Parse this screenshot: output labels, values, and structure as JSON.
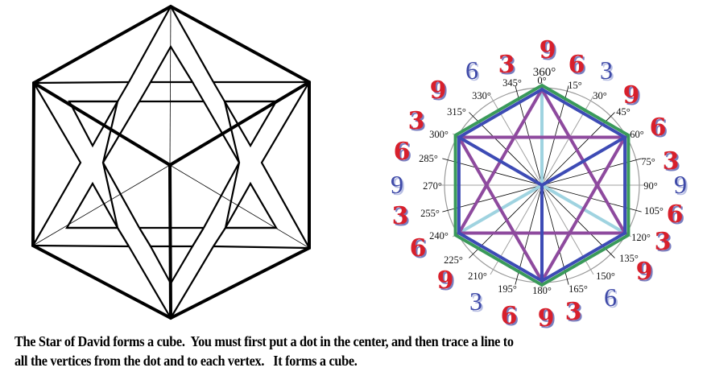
{
  "caption": {
    "line1": "The Star of David forms a cube.  You must first put a dot in the center, and then trace a line to",
    "line2": "all the vertices from the dot and to each vertex.   It forms a cube."
  },
  "left_figure": {
    "description": "Star of David inscribed in hexagon forming a cube",
    "line_color": "#000000"
  },
  "right_figure": {
    "degree_labels": {
      "top_extra": "360°",
      "d0": "0°",
      "d15": "15°",
      "d30": "30°",
      "d45": "45°",
      "d60": "60°",
      "d75": "75°",
      "d90": "90°",
      "d105": "105°",
      "d120": "120°",
      "d135": "135°",
      "d150": "150°",
      "d165": "165°",
      "d180": "180°",
      "d195": "195°",
      "d210": "210°",
      "d225": "225°",
      "d240": "240°",
      "d255": "255°",
      "d270": "270°",
      "d285": "285°",
      "d300": "300°",
      "d315": "315°",
      "d330": "330°",
      "d345": "345°"
    },
    "digits": [
      {
        "v": "9",
        "color": "red"
      },
      {
        "v": "6",
        "color": "red"
      },
      {
        "v": "3",
        "color": "blue"
      },
      {
        "v": "9",
        "color": "red"
      },
      {
        "v": "6",
        "color": "red"
      },
      {
        "v": "3",
        "color": "red"
      },
      {
        "v": "9",
        "color": "blue"
      },
      {
        "v": "6",
        "color": "red"
      },
      {
        "v": "3",
        "color": "red"
      },
      {
        "v": "9",
        "color": "red"
      },
      {
        "v": "6",
        "color": "blue"
      },
      {
        "v": "3",
        "color": "red"
      },
      {
        "v": "9",
        "color": "red"
      },
      {
        "v": "6",
        "color": "red"
      },
      {
        "v": "3",
        "color": "blue"
      },
      {
        "v": "9",
        "color": "red"
      },
      {
        "v": "6",
        "color": "red"
      },
      {
        "v": "3",
        "color": "red"
      },
      {
        "v": "9",
        "color": "blue"
      },
      {
        "v": "6",
        "color": "red"
      },
      {
        "v": "3",
        "color": "red"
      },
      {
        "v": "9",
        "color": "red"
      },
      {
        "v": "6",
        "color": "blue"
      },
      {
        "v": "3",
        "color": "red"
      }
    ],
    "colors": {
      "green_hexagon": "#3a9a5a",
      "blue_hexagon": "#3d4bb5",
      "purple_star": "#8e4a9e",
      "light_blue_spokes": "#9fd3e0",
      "circle": "#9a9a9a",
      "digit_red": "#d8202c",
      "digit_blue": "#3f4aa8"
    }
  }
}
